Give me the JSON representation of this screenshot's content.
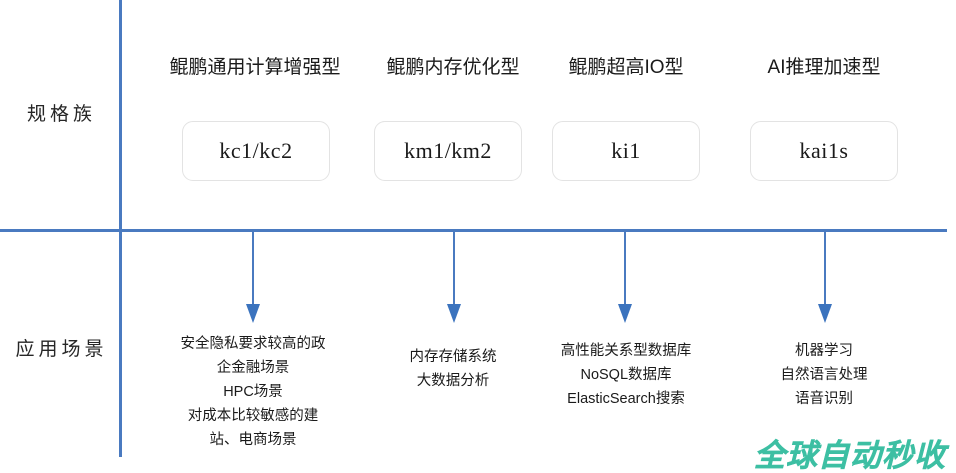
{
  "diagram": {
    "title": "",
    "accent_line_color": "#4A7AC0",
    "arrow_color": "#3B73BE",
    "box_border_color": "#E3E3E3",
    "watermark_color": "#3DBFA3",
    "rows": {
      "spec_family_label": "规格族",
      "scenario_label": "应用场景"
    },
    "columns": [
      {
        "header": "鲲鹏通用计算增强型",
        "spec": "kc1/kc2",
        "scenarios": [
          "安全隐私要求较高的政",
          "企金融场景",
          "HPC场景",
          "对成本比较敏感的建",
          "站、电商场景"
        ]
      },
      {
        "header": "鲲鹏内存优化型",
        "spec": "km1/km2",
        "scenarios": [
          "内存存储系统",
          "大数据分析"
        ]
      },
      {
        "header": "鲲鹏超高IO型",
        "spec": "ki1",
        "scenarios": [
          "高性能关系型数据库",
          "NoSQL数据库",
          "ElasticSearch搜索"
        ]
      },
      {
        "header": "AI推理加速型",
        "spec": "kai1s",
        "scenarios": [
          "机器学习",
          "自然语言处理",
          "语音识别"
        ]
      }
    ],
    "watermark": "全球自动秒收"
  }
}
